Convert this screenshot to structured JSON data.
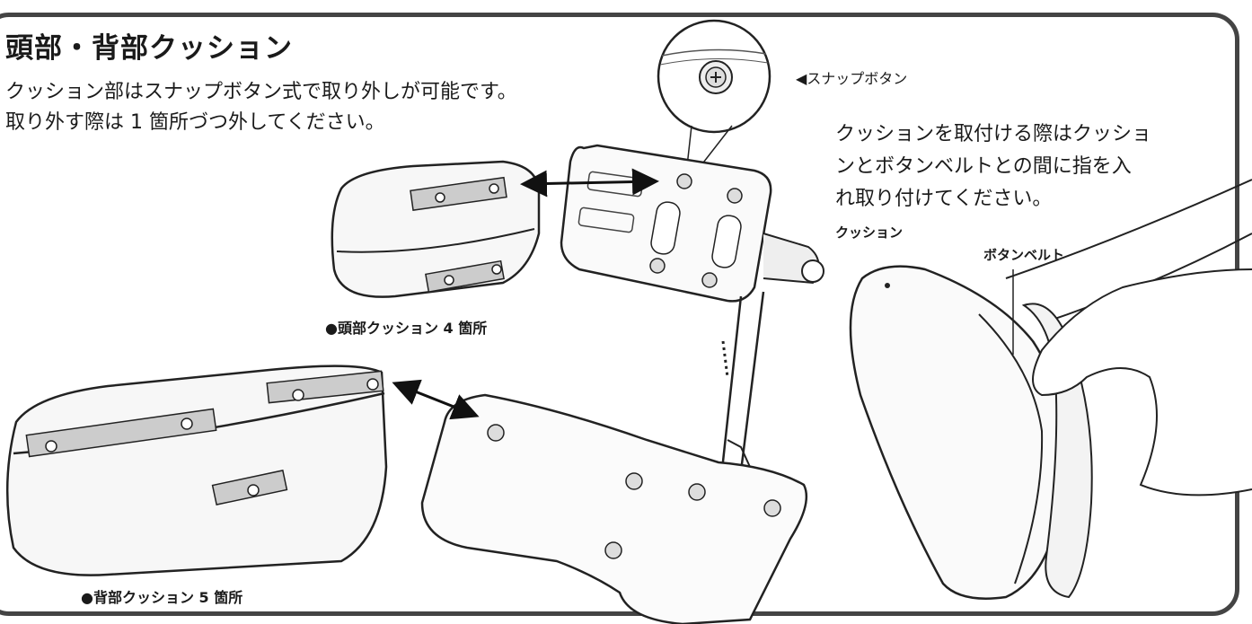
{
  "heading": "頭部・背部クッション",
  "intro": {
    "line1": "クッション部はスナップボタン式で取り外しが可能です。",
    "line2": "取り外す際は 1 箇所づつ外してください。"
  },
  "callouts": {
    "snap_button": "◀スナップボタン"
  },
  "instruction": {
    "line1": "クッションを取付ける際はクッショ",
    "line2": "ンとボタンベルトとの間に指を入",
    "line3": "れ取り付けてください。"
  },
  "labels": {
    "cushion": "クッション",
    "button_belt": "ボタンベルト"
  },
  "captions": {
    "head_cushion": "●頭部クッション 4 箇所",
    "back_cushion": "●背部クッション 5 箇所"
  }
}
